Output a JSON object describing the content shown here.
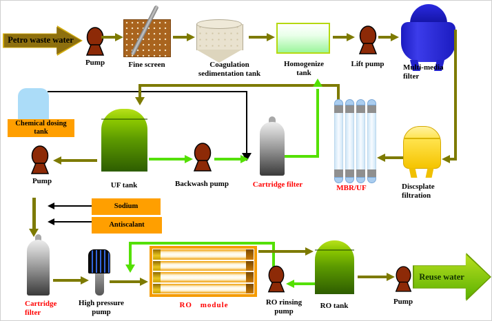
{
  "figure": {
    "type": "process-flow-diagram",
    "subject": "Petro waste water treatment and reuse"
  },
  "labels": {
    "petro": "Petro waste water",
    "pump1": "Pump",
    "fine_screen": "Fine screen",
    "coagulation": "Coagulation sedimentation tank",
    "homogenize": "Homogenize tank",
    "lift_pump": "Lift pump",
    "multi_media": "Multi-media filter",
    "chemical_dosing": "Chemical dosing tank",
    "pump2": "Pump",
    "uf_tank": "UF tank",
    "backwash_pump": "Backwash pump",
    "cartridge1": "Cartridge filter",
    "mbr": "MBR/UF",
    "discsplate": "Discsplate filtration",
    "sodium": "Sodium",
    "antiscalant": "Antiscalant",
    "cartridge2": "Cartridge filter",
    "hp_pump": "High pressure pump",
    "ro_module": "RO module",
    "ro_rinsing": "RO rinsing pump",
    "ro_tank": "RO tank",
    "pump3": "Pump",
    "reuse": "Reuse water"
  },
  "colors": {
    "pipe_olive": "#7d7a00",
    "pipe_bright_green": "#54e000",
    "dosing_line_black": "#000000",
    "label_red": "#ff0000",
    "orange_box": "#ff9f00",
    "pump_red": "#8d2a07",
    "multi_media_blue": "#2222cc",
    "tank_green_dark": "#2e5d00",
    "tank_green_light": "#b8e11c",
    "discsplate_yellow": "#f5c400",
    "chem_tank_blue": "#abdcf8",
    "petro_arrow_gold": "#8e700e",
    "reuse_arrow_green": "#5ab000"
  },
  "connections": [
    {
      "from": "petro",
      "to": "pump1",
      "color": "gold-arrow"
    },
    {
      "from": "pump1",
      "to": "fine_screen",
      "color": "olive"
    },
    {
      "from": "fine_screen",
      "to": "coagulation",
      "color": "olive"
    },
    {
      "from": "coagulation",
      "to": "homogenize",
      "color": "olive"
    },
    {
      "from": "homogenize",
      "to": "lift_pump",
      "color": "olive"
    },
    {
      "from": "lift_pump",
      "to": "multi_media",
      "color": "olive"
    },
    {
      "from": "multi_media",
      "to": "discsplate",
      "color": "olive"
    },
    {
      "from": "discsplate",
      "to": "mbr",
      "color": "olive"
    },
    {
      "from": "mbr",
      "to": "uf_tank",
      "color": "olive"
    },
    {
      "from": "chemical_dosing",
      "to": "cartridge1",
      "color": "black"
    },
    {
      "from": "uf_tank",
      "to": "backwash_pump",
      "color": "green"
    },
    {
      "from": "backwash_pump",
      "to": "cartridge1",
      "color": "green"
    },
    {
      "from": "cartridge1",
      "to": "mbr",
      "color": "green"
    },
    {
      "from": "uf_tank",
      "to": "pump2",
      "color": "olive"
    },
    {
      "from": "pump2",
      "to": "cartridge2",
      "color": "olive"
    },
    {
      "from": "sodium",
      "to": "pump2-cartridge2-line",
      "color": "black"
    },
    {
      "from": "antiscalant",
      "to": "pump2-cartridge2-line",
      "color": "black"
    },
    {
      "from": "cartridge2",
      "to": "hp_pump",
      "color": "olive"
    },
    {
      "from": "hp_pump",
      "to": "ro_module",
      "color": "olive"
    },
    {
      "from": "ro_module",
      "to": "ro_tank",
      "color": "olive"
    },
    {
      "from": "ro_tank",
      "to": "ro_rinsing",
      "color": "green"
    },
    {
      "from": "ro_rinsing",
      "to": "ro_module",
      "color": "green"
    },
    {
      "from": "ro_tank",
      "to": "pump3",
      "color": "olive"
    },
    {
      "from": "pump3",
      "to": "reuse",
      "color": "green-arrow"
    }
  ]
}
